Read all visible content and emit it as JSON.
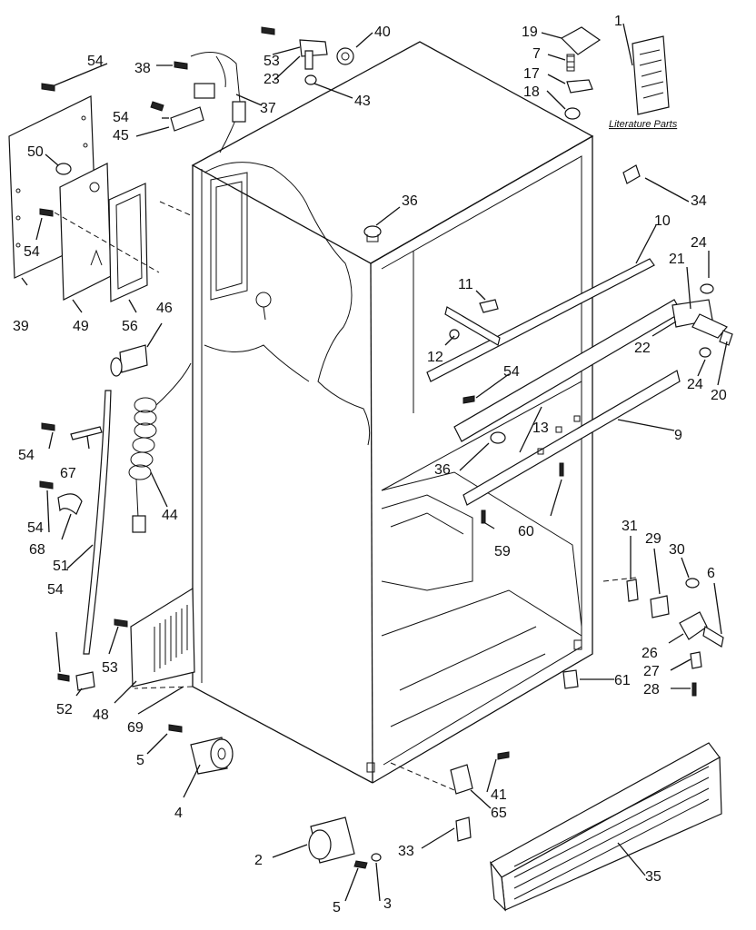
{
  "diagram": {
    "caption": "Literature Parts",
    "labels": {
      "L1": "1",
      "L19": "19",
      "L7": "7",
      "L17": "17",
      "L18": "18",
      "L34": "34",
      "L10": "10",
      "L24a": "24",
      "L21": "21",
      "L22": "22",
      "L20": "20",
      "L24b": "24",
      "L9": "9",
      "L11": "11",
      "L12": "12",
      "L54m": "54",
      "L13": "13",
      "L36b": "36",
      "L60": "60",
      "L59": "59",
      "L36a": "36",
      "L40": "40",
      "L53a": "53",
      "L23": "23",
      "L43": "43",
      "L38": "38",
      "L37": "37",
      "L54a": "54",
      "L54b": "54",
      "L45": "45",
      "L50": "50",
      "L54c": "54",
      "L39": "39",
      "L49": "49",
      "L56": "56",
      "L46": "46",
      "L54d": "54",
      "L67": "67",
      "L44": "44",
      "L54e": "54",
      "L68": "68",
      "L51": "51",
      "L54f": "54",
      "L53b": "53",
      "L48": "48",
      "L52": "52",
      "L69": "69",
      "L5a": "5",
      "L4": "4",
      "L31": "31",
      "L29": "29",
      "L30": "30",
      "L6": "6",
      "L26": "26",
      "L27": "27",
      "L28": "28",
      "L61": "61",
      "L41": "41",
      "L65": "65",
      "L33": "33",
      "L35": "35",
      "L2": "2",
      "L5b": "5",
      "L3": "3"
    }
  }
}
